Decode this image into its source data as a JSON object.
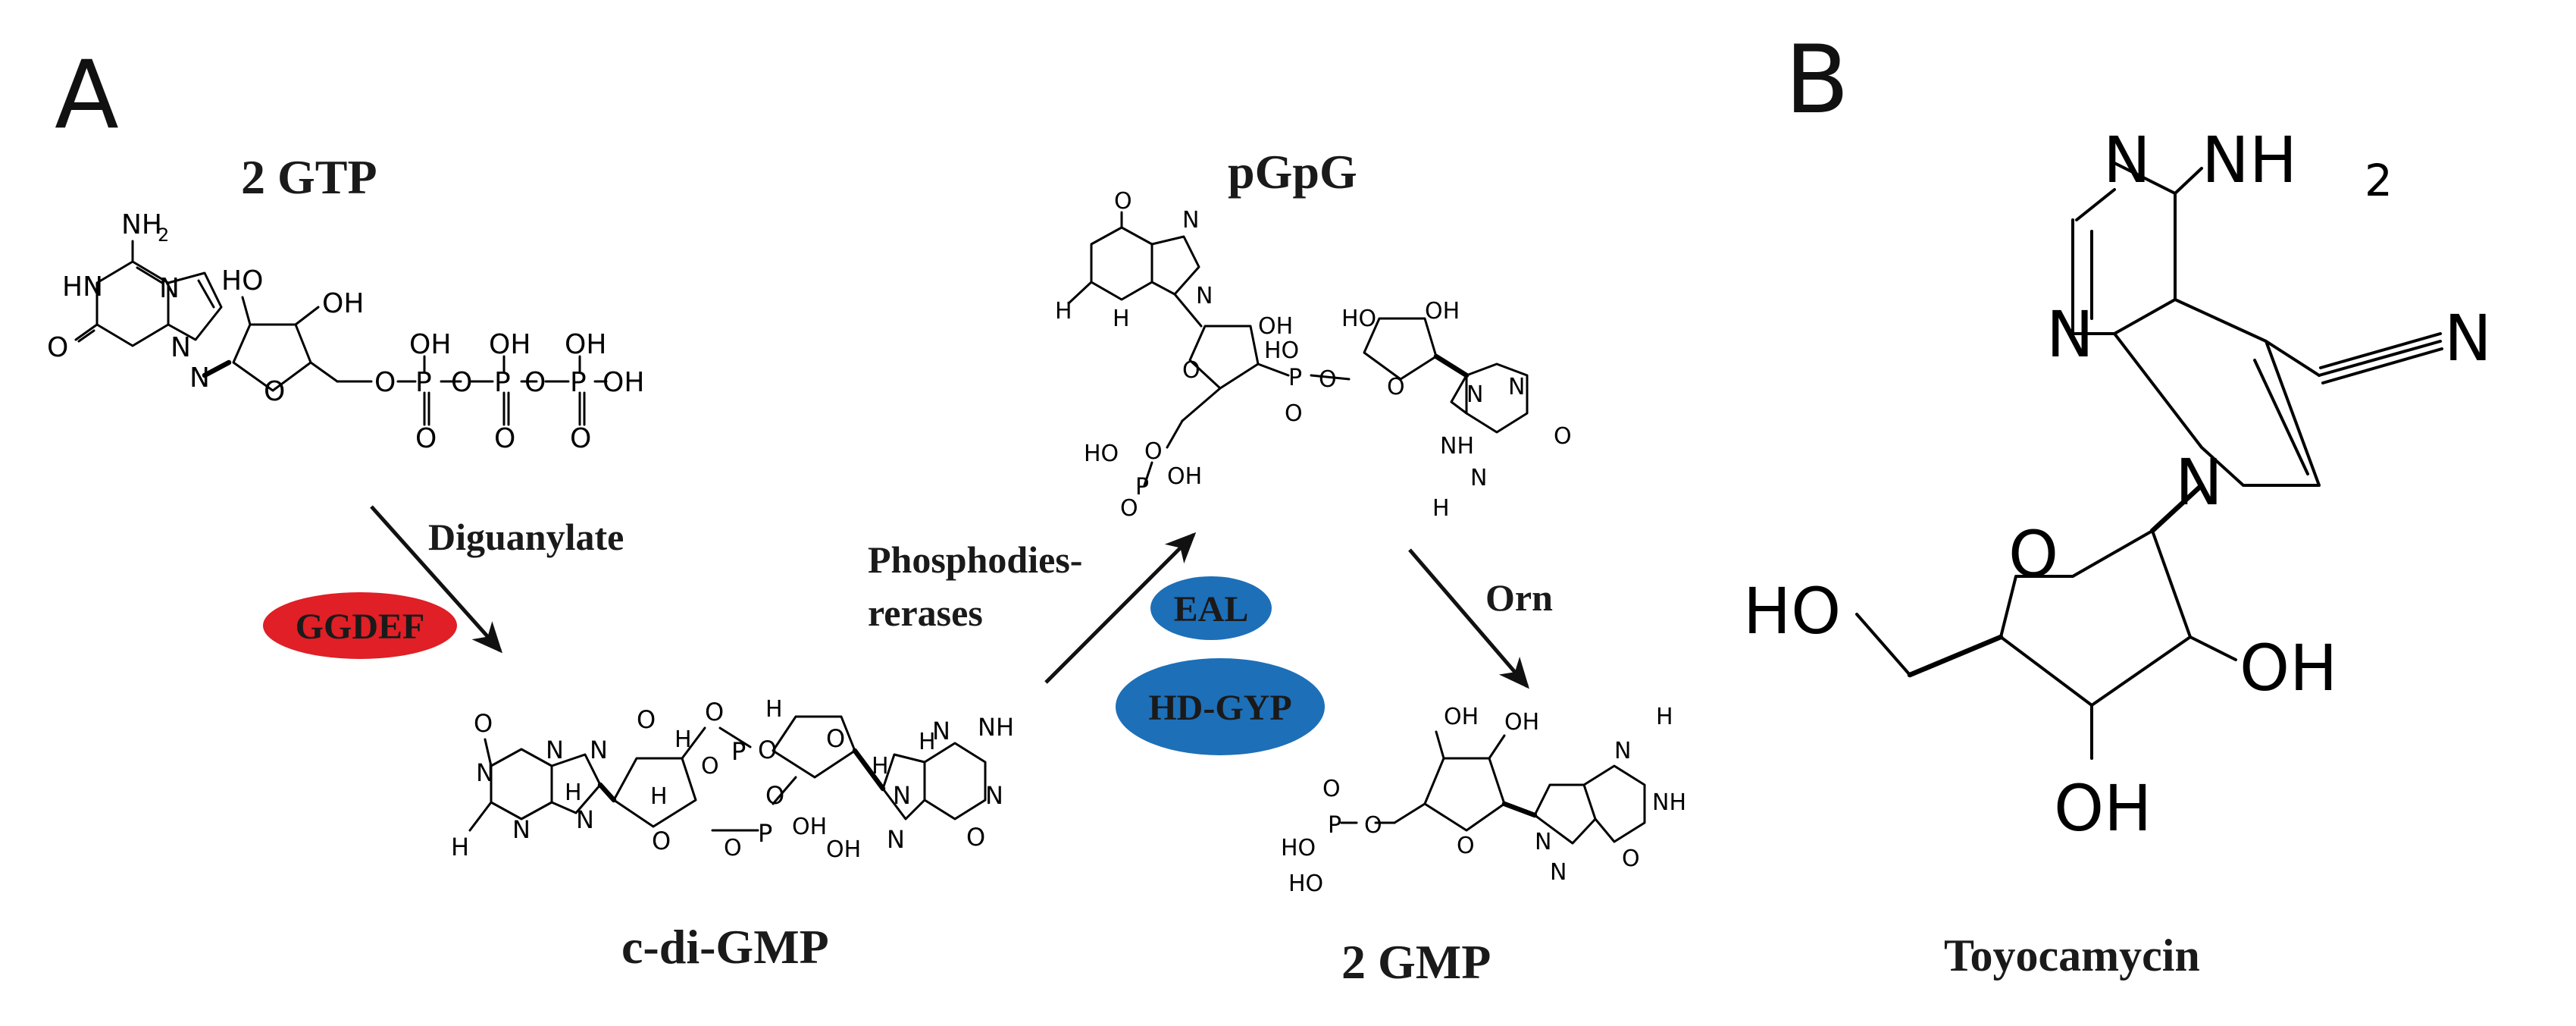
{
  "panels": {
    "a_letter": "A",
    "b_letter": "B"
  },
  "compounds": {
    "gtp": "2 GTP",
    "cdigmp": "c-di-GMP",
    "pgpg": "pGpG",
    "gmp": "2 GMP",
    "toyocamycin": "Toyocamycin"
  },
  "reaction_labels": {
    "diguanylate": "Diguanylate",
    "phosphodiesterases_line1": "Phosphodies-",
    "phosphodiesterases_line2": "rerases",
    "orn": "Orn"
  },
  "enzymes": {
    "ggdef": {
      "label": "GGDEF",
      "color": "#e01f26"
    },
    "eal": {
      "label": "EAL",
      "color": "#1d6fb8"
    },
    "hdgyp": {
      "label": "HD-GYP",
      "color": "#1d6fb8"
    }
  },
  "atoms": {
    "nh2": "NH",
    "two": "2",
    "hn": "HN",
    "h2n": "H",
    "n": "N",
    "o": "O",
    "oh": "OH",
    "ho": "HO",
    "p": "P",
    "h": "H",
    "nh": "NH"
  }
}
